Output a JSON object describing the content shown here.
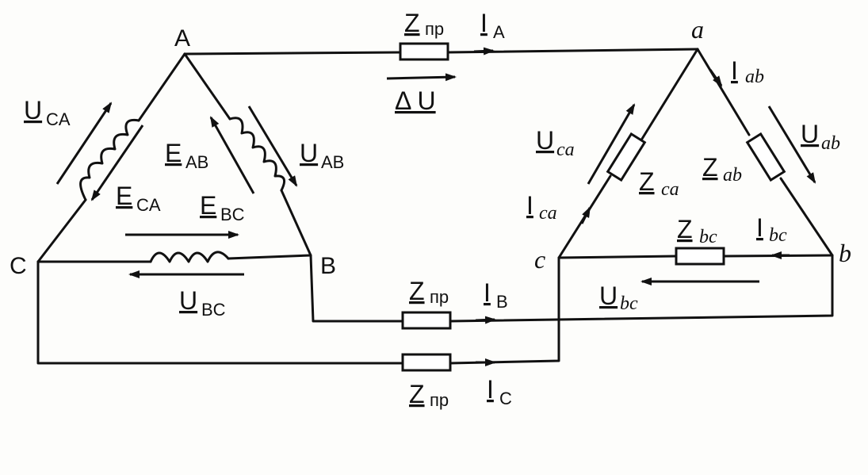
{
  "source": {
    "nodes": {
      "A": "A",
      "B": "B",
      "C": "C"
    },
    "voltages": {
      "U_CA": "U",
      "U_CA_sub": "CA",
      "U_AB": "U",
      "U_AB_sub": "AB",
      "U_BC": "U",
      "U_BC_sub": "BC"
    },
    "emfs": {
      "E_AB": "E",
      "E_AB_sub": "AB",
      "E_CA": "E",
      "E_CA_sub": "CA",
      "E_BC": "E",
      "E_BC_sub": "BC"
    }
  },
  "line": {
    "z_top": "Z",
    "z_top_sub": "пр",
    "z_mid": "Z",
    "z_mid_sub": "пр",
    "z_bot": "Z",
    "z_bot_sub": "пр",
    "i_A": "I",
    "i_A_sub": "A",
    "i_B": "I",
    "i_B_sub": "B",
    "i_C": "I",
    "i_C_sub": "C",
    "dU": "Δ U"
  },
  "load": {
    "nodes": {
      "a": "a",
      "b": "b",
      "c": "c"
    },
    "impedances": {
      "Z_ca": "Z",
      "Z_ca_sub": "ca",
      "Z_ab": "Z",
      "Z_ab_sub": "ab",
      "Z_bc": "Z",
      "Z_bc_sub": "bc"
    },
    "currents": {
      "I_ab": "I",
      "I_ab_sub": "ab",
      "I_ca": "I",
      "I_ca_sub": "ca",
      "I_bc": "I",
      "I_bc_sub": "bc"
    },
    "voltages": {
      "U_ca": "U",
      "U_ca_sub": "ca",
      "U_ab": "U",
      "U_ab_sub": "ab",
      "U_bc": "U",
      "U_bc_sub": "bc"
    }
  }
}
